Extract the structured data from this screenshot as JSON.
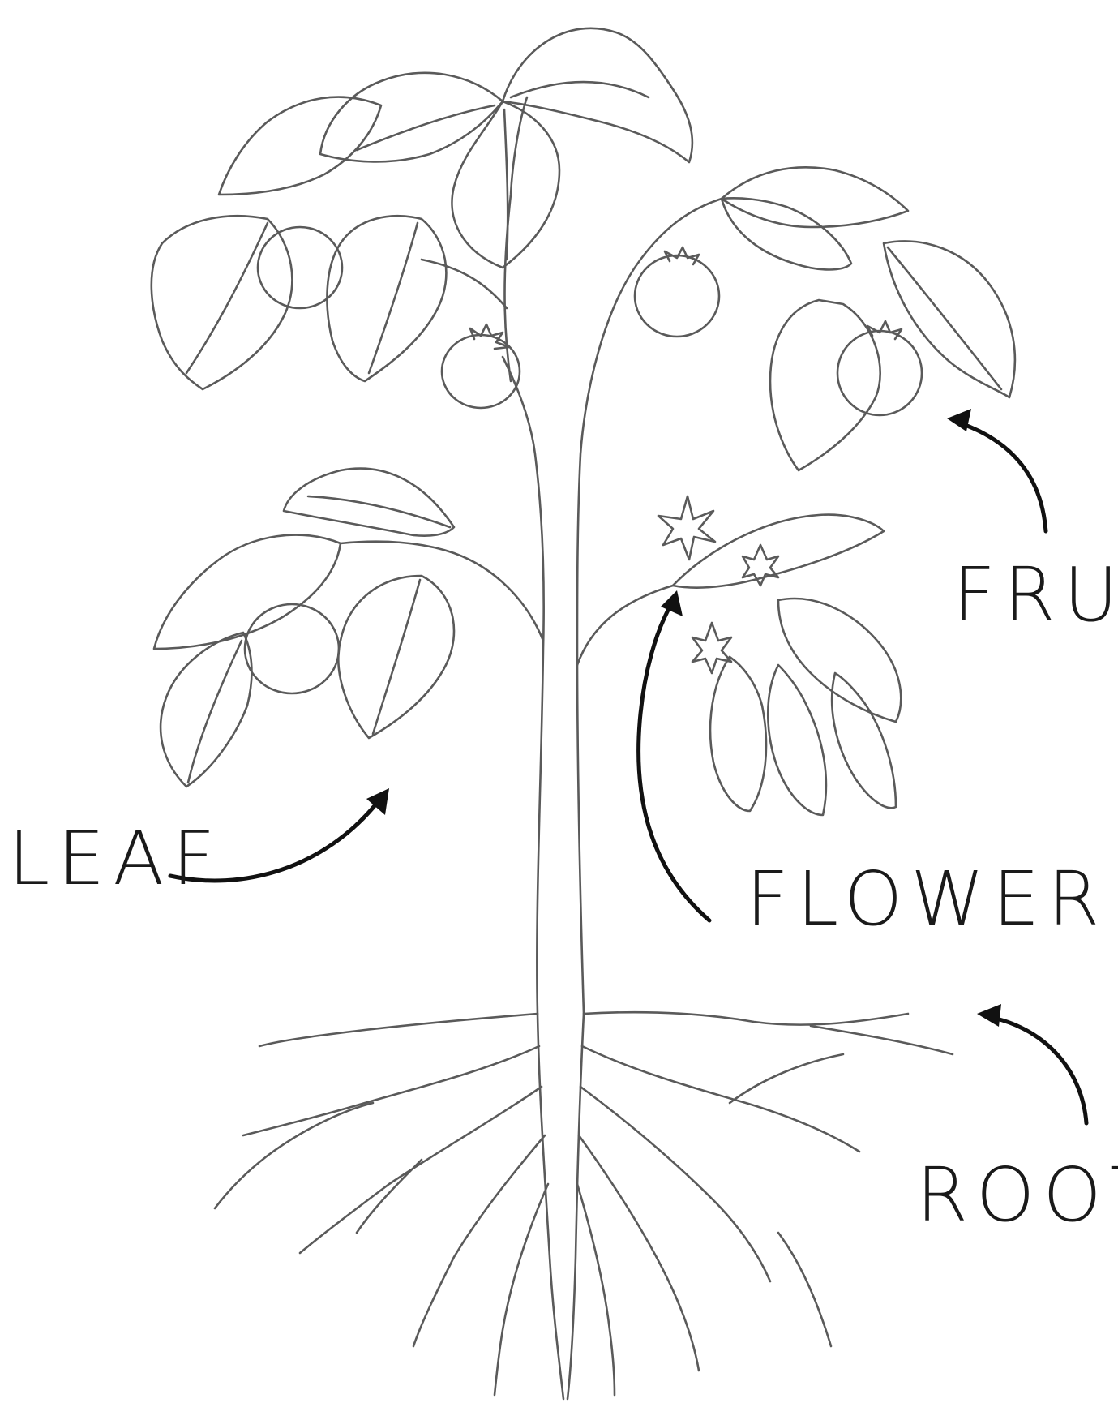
{
  "labels": {
    "leaf": "LEAF",
    "flower": "FLOWER",
    "fruit": "FRUIT",
    "root": "ROOT"
  },
  "colors": {
    "line_art": "#5a5a5a",
    "arrows": "#111111",
    "background": "#ffffff"
  }
}
